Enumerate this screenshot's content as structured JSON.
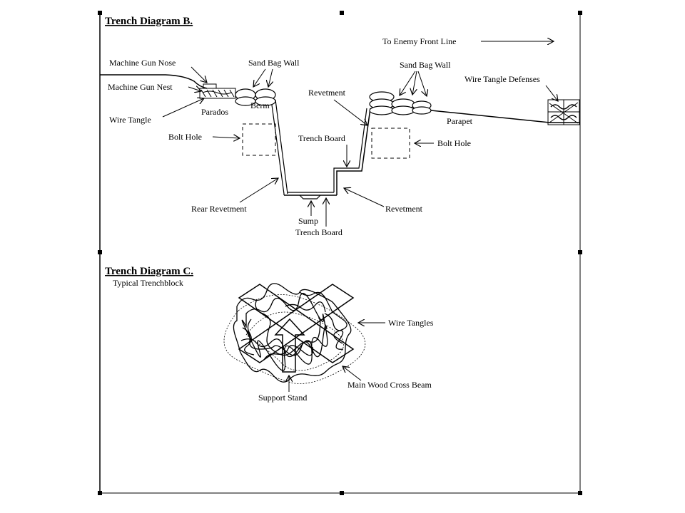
{
  "diagram_b": {
    "title": "Trench Diagram B.",
    "labels": {
      "enemy_front": "To Enemy Front Line",
      "sandbag_left": "Sand Bag Wall",
      "sandbag_right": "Sand Bag Wall",
      "machine_gun_nose": "Machine Gun Nose",
      "machine_gun_nest": "Machine Gun Nest",
      "wire_tangle": "Wire Tangle",
      "parados": "Parados",
      "berm": "Berm",
      "revetment_top": "Revetment",
      "wire_tangle_defenses": "Wire Tangle Defenses",
      "parapet": "Parapet",
      "bolt_hole_left": "Bolt Hole",
      "bolt_hole_right": "Bolt Hole",
      "trench_board_upper": "Trench Board",
      "rear_revetment": "Rear Revetment",
      "revetment_bottom": "Revetment",
      "sump": "Sump",
      "trench_board_lower": "Trench Board"
    }
  },
  "diagram_c": {
    "title": "Trench Diagram C.",
    "subtitle": "Typical Trenchblock",
    "labels": {
      "wire_tangles": "Wire Tangles",
      "main_beam": "Main Wood Cross Beam",
      "support_stand": "Support Stand"
    }
  }
}
